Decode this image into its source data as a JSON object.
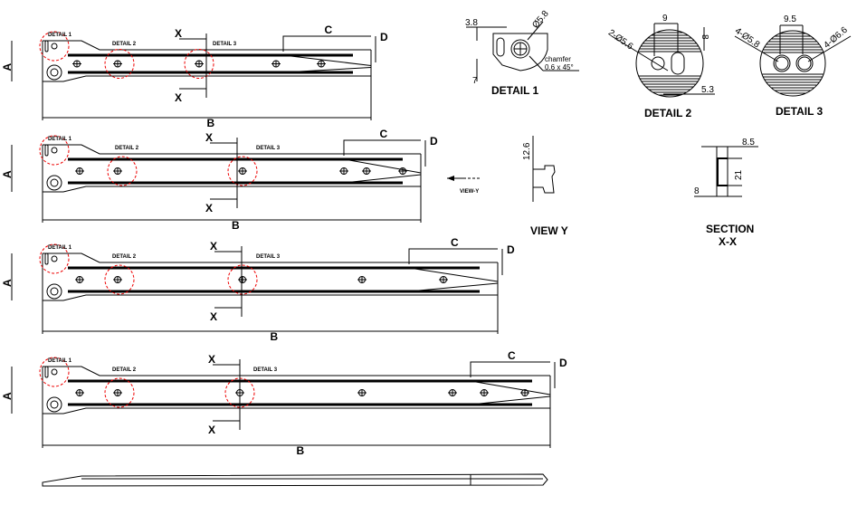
{
  "colors": {
    "line": "#000000",
    "detail_circle": "#e00000",
    "background": "#ffffff"
  },
  "slides": [
    {
      "detail1": "DETAIL 1",
      "detail2": "DETAIL 2",
      "detail3": "DETAIL 3",
      "x_top": "X",
      "x_bottom": "X",
      "dim_a": "A",
      "dim_b": "B",
      "dim_c": "C",
      "dim_d": "D"
    },
    {
      "detail1": "DETAIL 1",
      "detail2": "DETAIL 2",
      "detail3": "DETAIL 3",
      "x_top": "X",
      "x_bottom": "X",
      "dim_a": "A",
      "dim_b": "B",
      "dim_c": "C",
      "dim_d": "D"
    },
    {
      "detail1": "DETAIL 1",
      "detail2": "DETAIL 2",
      "detail3": "DETAIL 3",
      "x_top": "X",
      "x_bottom": "X",
      "dim_a": "A",
      "dim_b": "B",
      "dim_c": "C",
      "dim_d": "D"
    },
    {
      "detail1": "DETAIL 1",
      "detail2": "DETAIL 2",
      "detail3": "DETAIL 3",
      "x_top": "X",
      "x_bottom": "X",
      "dim_a": "A",
      "dim_b": "B",
      "dim_c": "C",
      "dim_d": "D"
    }
  ],
  "view_y_arrow_label": "VIEW-Y",
  "detail1": {
    "title": "DETAIL 1",
    "dim_width": "3.8",
    "dim_height": "7",
    "dim_diameter": "Ø5.8",
    "chamfer_label": "chamfer",
    "chamfer_value": "0.6 x 45°"
  },
  "detail2": {
    "title": "DETAIL 2",
    "dim_top": "9",
    "dim_holes": "2-Ø5.6",
    "dim_right": "8",
    "dim_bottom": "5.3"
  },
  "detail3": {
    "title": "DETAIL 3",
    "dim_top": "9.5",
    "dim_left": "4-Ø5.8",
    "dim_right": "4-Ø6.6"
  },
  "view_y": {
    "title": "VIEW Y",
    "dim": "12.6"
  },
  "section": {
    "title": "SECTION",
    "subtitle": "X-X",
    "dim_top": "8.5",
    "dim_mid": "21",
    "dim_bottom": "8"
  }
}
